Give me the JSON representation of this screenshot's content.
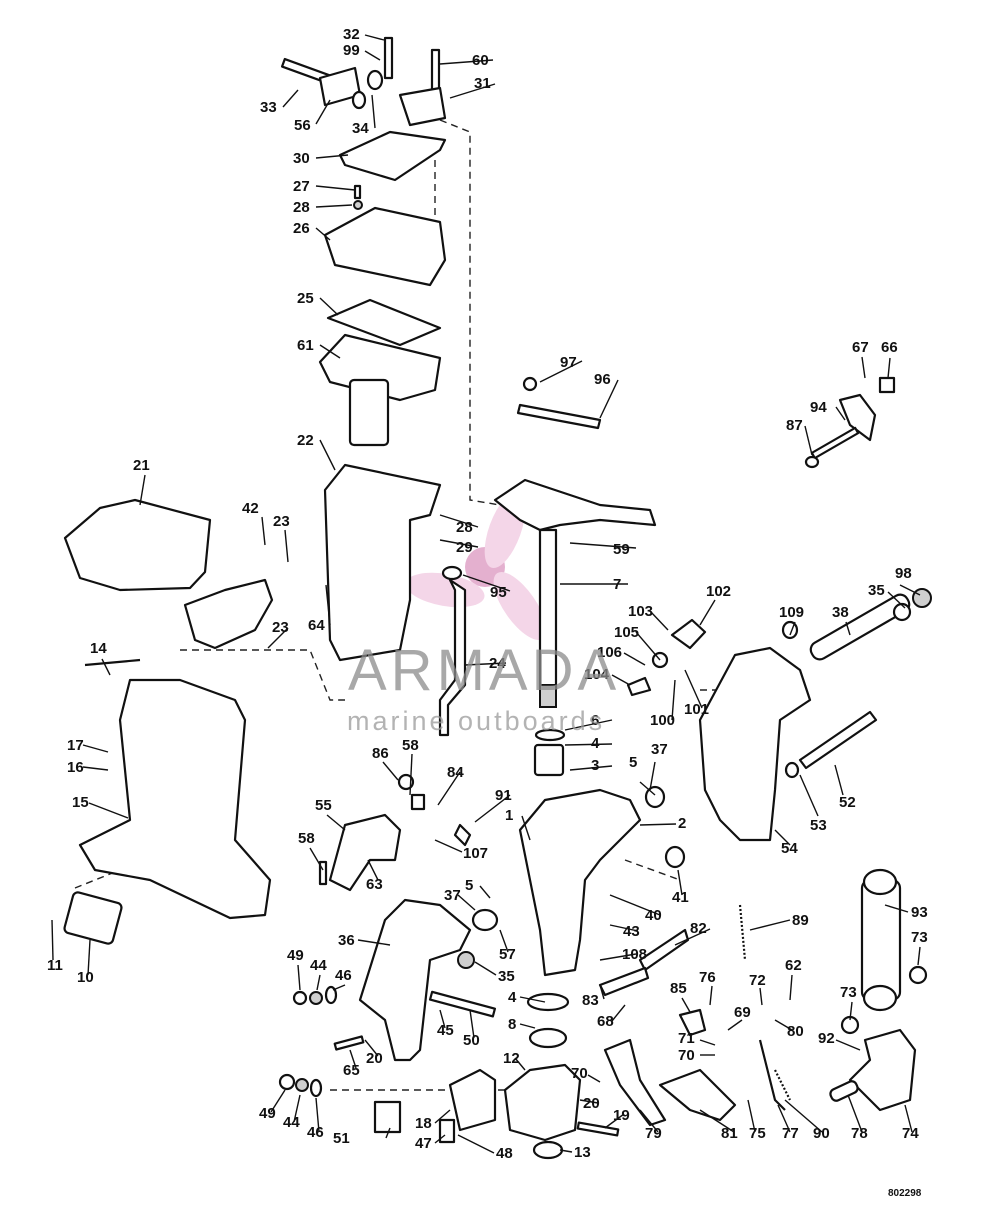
{
  "watermark": {
    "brand": "ARMADA",
    "tagline": "marine outboards",
    "color": "#e0a3c7"
  },
  "drawing_ref": "802298",
  "callouts": [
    "32",
    "99",
    "60",
    "33",
    "56",
    "34",
    "31",
    "30",
    "27",
    "28",
    "26",
    "25",
    "61",
    "22",
    "21",
    "42",
    "23",
    "28",
    "29",
    "95",
    "59",
    "7",
    "64",
    "23",
    "24",
    "97",
    "96",
    "67",
    "66",
    "94",
    "87",
    "102",
    "103",
    "105",
    "106",
    "104",
    "100",
    "101",
    "98",
    "35",
    "109",
    "38",
    "52",
    "53",
    "54",
    "14",
    "17",
    "16",
    "15",
    "11",
    "10",
    "86",
    "58",
    "84",
    "91",
    "55",
    "58",
    "63",
    "107",
    "6",
    "4",
    "3",
    "37",
    "5",
    "2",
    "1",
    "41",
    "40",
    "5",
    "37",
    "57",
    "43",
    "36",
    "35",
    "108",
    "82",
    "89",
    "93",
    "73",
    "49",
    "44",
    "46",
    "4",
    "83",
    "68",
    "85",
    "76",
    "72",
    "62",
    "73",
    "8",
    "45",
    "50",
    "20",
    "65",
    "71",
    "70",
    "69",
    "80",
    "92",
    "12",
    "70",
    "18",
    "47",
    "48",
    "20",
    "19",
    "13",
    "79",
    "81",
    "75",
    "77",
    "90",
    "78",
    "74",
    "49",
    "44",
    "46",
    "51"
  ]
}
